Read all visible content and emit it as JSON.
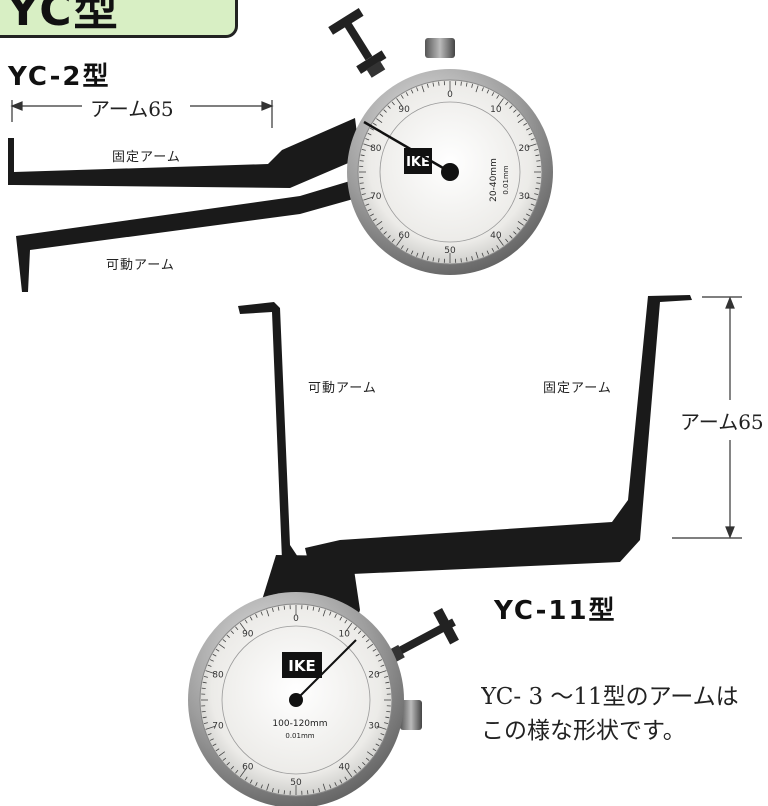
{
  "series_title": "YC型",
  "upper_gauge": {
    "model": "YC-2型",
    "arm_length_label": "アーム65",
    "fixed_arm_label": "固定アーム",
    "movable_arm_label": "可動アーム",
    "dial": {
      "brand": "IKE",
      "range_text": "20-40mm",
      "resolution_text": "0.01mm",
      "scale_numbers": [
        "0",
        "10",
        "20",
        "30",
        "40",
        "50",
        "60",
        "70",
        "80",
        "90"
      ]
    }
  },
  "lower_gauge": {
    "model": "YC-11型",
    "arm_length_label": "アーム65",
    "fixed_arm_label": "固定アーム",
    "movable_arm_label": "可動アーム",
    "dial": {
      "brand": "IKE",
      "range_text": "100-120mm",
      "resolution_text": "0.01mm",
      "scale_numbers": [
        "0",
        "10",
        "20",
        "30",
        "40",
        "50",
        "60",
        "70",
        "80",
        "90"
      ]
    }
  },
  "note_lines": [
    "YC- 3 ～11型のアームは",
    "この様な形状です。"
  ],
  "colors": {
    "tag_fill": "#d8efc4",
    "arm": "#1a1a1a",
    "dial_rim": "#9a9a9a",
    "dial_face": "#f4f4f2"
  }
}
